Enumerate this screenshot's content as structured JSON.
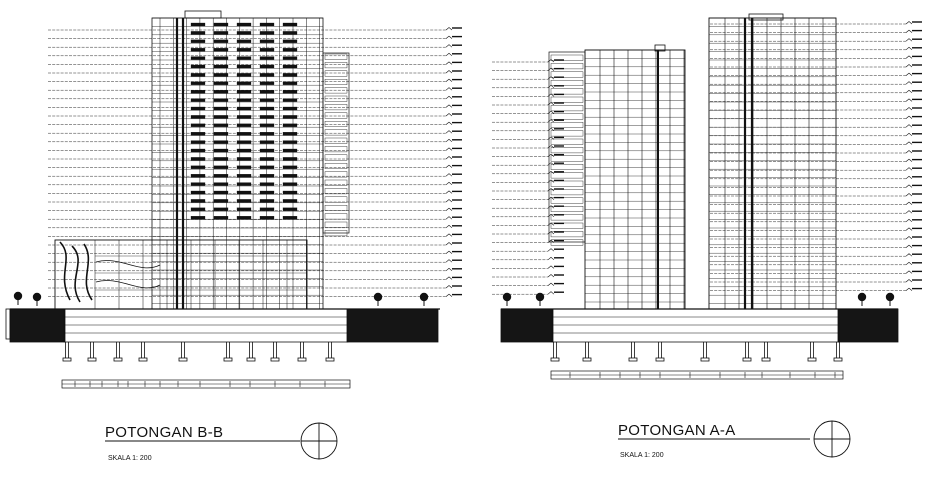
{
  "sections": [
    {
      "id": "b-b",
      "title": "POTONGAN B-B",
      "scale": "SKALA 1: 200"
    },
    {
      "id": "a-a",
      "title": "POTONGAN A-A",
      "scale": "SKALA 1: 200"
    }
  ],
  "colors": {
    "ink": "#111111",
    "ground": "#151515",
    "paper": "#ffffff"
  }
}
